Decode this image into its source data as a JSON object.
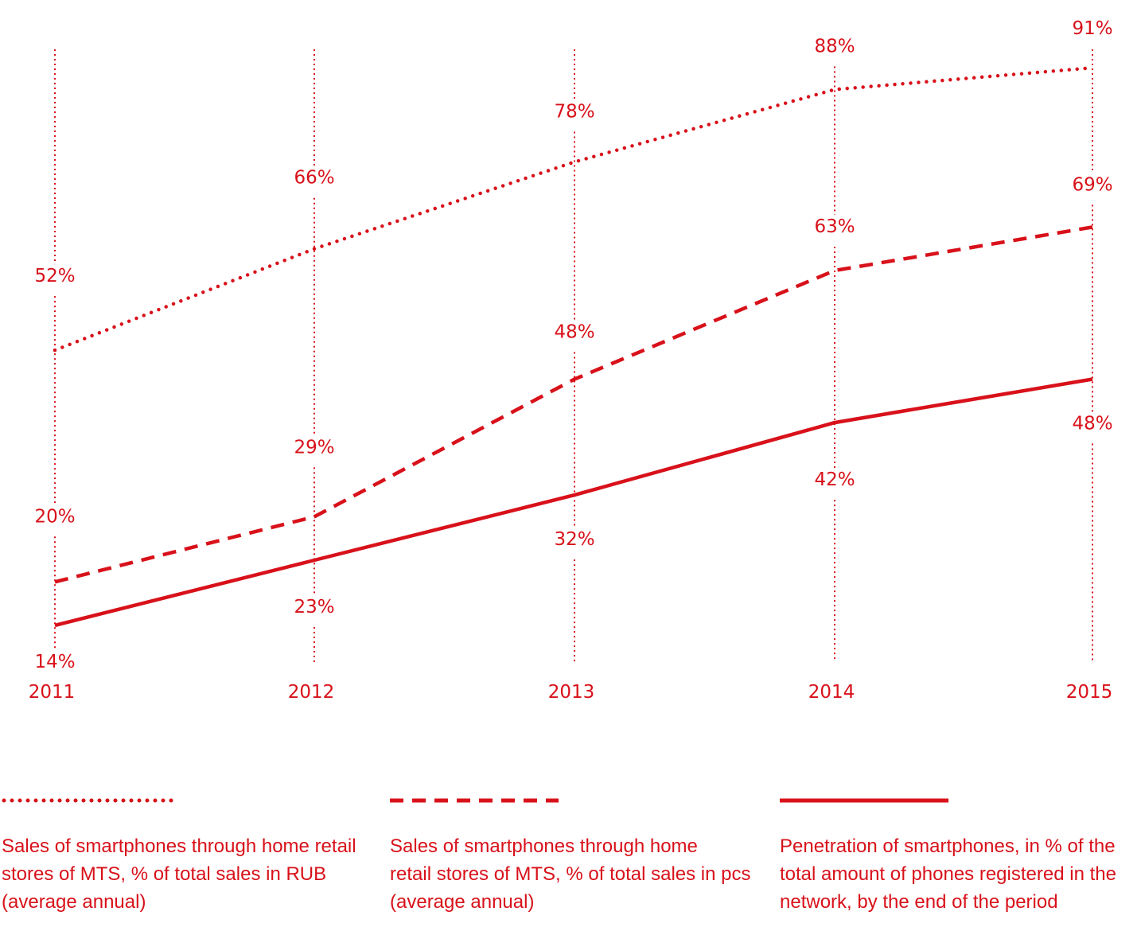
{
  "color": "#d8111a",
  "chart_data": {
    "type": "line",
    "x": [
      "2011",
      "2012",
      "2013",
      "2014",
      "2015"
    ],
    "ylim": [
      0,
      100
    ],
    "grid": "vertical dotted lines at each year",
    "legend_position": "bottom",
    "series": [
      {
        "name": "Sales of smartphones through home retail stores of MTS, % of total sales in RUB (average annual)",
        "style": "dotted",
        "values": [
          52,
          66,
          78,
          88,
          91
        ],
        "labels": [
          "52%",
          "66%",
          "78%",
          "88%",
          "91%"
        ]
      },
      {
        "name": "Sales of smartphones through home retail stores of MTS, % of total sales in pcs (average annual)",
        "style": "dashed",
        "values": [
          20,
          29,
          48,
          63,
          69
        ],
        "labels": [
          "20%",
          "29%",
          "48%",
          "63%",
          "69%"
        ]
      },
      {
        "name": "Penetration of smartphones, in % of the total amount of phones registered in the network, by the end of the period",
        "style": "solid",
        "values": [
          14,
          23,
          32,
          42,
          48
        ],
        "labels": [
          "14%",
          "23%",
          "32%",
          "42%",
          "48%"
        ]
      }
    ]
  },
  "legend": [
    {
      "lines": [
        "Sales of smartphones through home retail",
        "stores of MTS, % of total sales in RUB",
        "(average annual)"
      ]
    },
    {
      "lines": [
        "Sales of smartphones through home",
        "retail stores of MTS, % of total sales in pcs",
        "(average annual)"
      ]
    },
    {
      "lines": [
        "Penetration of smartphones, in % of the",
        "total amount of phones registered in the",
        "network, by the end of the period"
      ]
    }
  ]
}
